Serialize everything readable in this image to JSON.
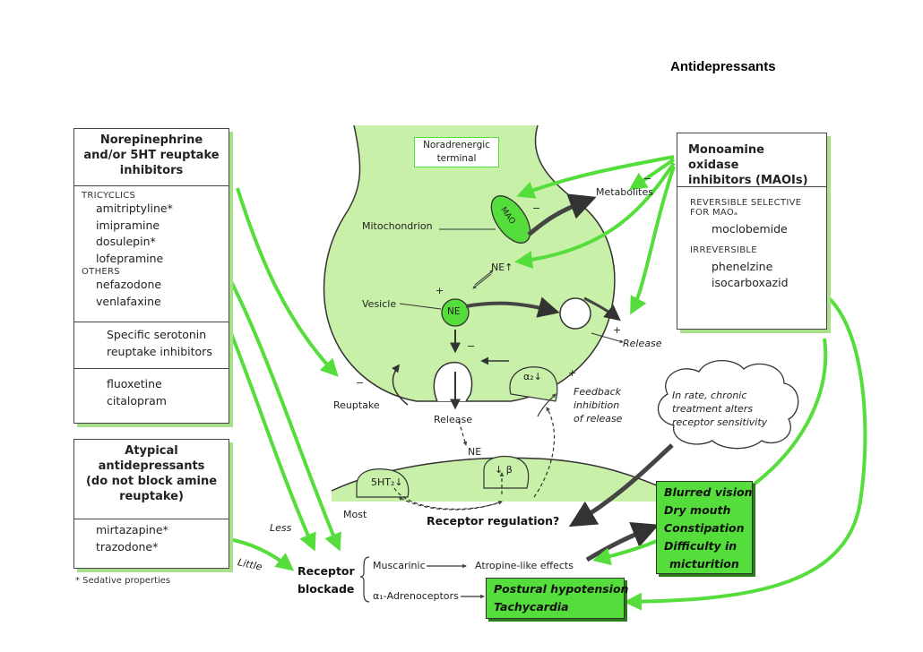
{
  "page": {
    "title": "Antidepressants"
  },
  "reuptake_box": {
    "header": [
      "Norepinephrine",
      "and/or 5HT reuptake",
      "inhibitors"
    ],
    "tricyclics_label": "TRICYCLICS",
    "tricyclics": [
      "amitriptyline*",
      "imipramine",
      "dosulepin*",
      "lofepramine"
    ],
    "others_label": "OTHERS",
    "others": [
      "nefazodone",
      "venlafaxine"
    ],
    "ssri_header": [
      "Specific serotonin",
      "reuptake inhibitors"
    ],
    "ssri": [
      "fluoxetine",
      "citalopram"
    ]
  },
  "atypical_box": {
    "header": [
      "Atypical",
      "antidepressants",
      "(do not block amine",
      "reuptake)"
    ],
    "drugs": [
      "mirtazapine*",
      "trazodone*"
    ]
  },
  "footnote": "* Sedative properties",
  "maoi_box": {
    "header": [
      "Monoamine oxidase",
      "inhibitors (MAOIs)"
    ],
    "reversible_label": [
      "REVERSIBLE SELECTIVE",
      "FOR MAOₐ"
    ],
    "reversible": [
      "moclobemide"
    ],
    "irreversible_label": "IRREVERSIBLE",
    "irreversible": [
      "phenelzine",
      "isocarboxazid"
    ]
  },
  "terminal": {
    "box_label": [
      "Noradrenergic",
      "terminal"
    ],
    "mitochondrion": "Mitochondrion",
    "mao": "MAO",
    "vesicle": "Vesicle",
    "ne_vesicle": "NE",
    "ne_up": "NE↑",
    "metabolites": "Metabolites",
    "release_right": "Release",
    "alpha2": "α₂↓",
    "feedback": [
      "Feedback",
      "inhibition",
      "of release"
    ],
    "reuptake": "Reuptake",
    "release_bottom": "Release",
    "ne_synapse": "NE"
  },
  "postsynaptic": {
    "ht2": "5HT₂↓",
    "beta": "↓ β",
    "receptor_regulation": "Receptor regulation?",
    "most": "Most",
    "less": "Less",
    "little": "Little"
  },
  "cloud": [
    "In rate, chronic",
    "treatment alters",
    "receptor sensitivity"
  ],
  "blockade": {
    "label": [
      "Receptor",
      "blockade"
    ],
    "muscarinic": "Muscarinic",
    "atropine": "Atropine-like effects",
    "alpha1": "α₁-Adrenoceptors"
  },
  "effects_box": [
    "Blurred vision",
    "Dry mouth",
    "Constipation",
    "Difficulty in",
    "micturition"
  ],
  "hypotension_box": [
    "Postural hypotension",
    "Tachycardia"
  ],
  "signs": {
    "minus": "−",
    "plus": "+"
  },
  "colors": {
    "accent_green": "#55dd3c",
    "terminal_fill": "#c8f0a8",
    "arrow_dark": "#444444"
  }
}
